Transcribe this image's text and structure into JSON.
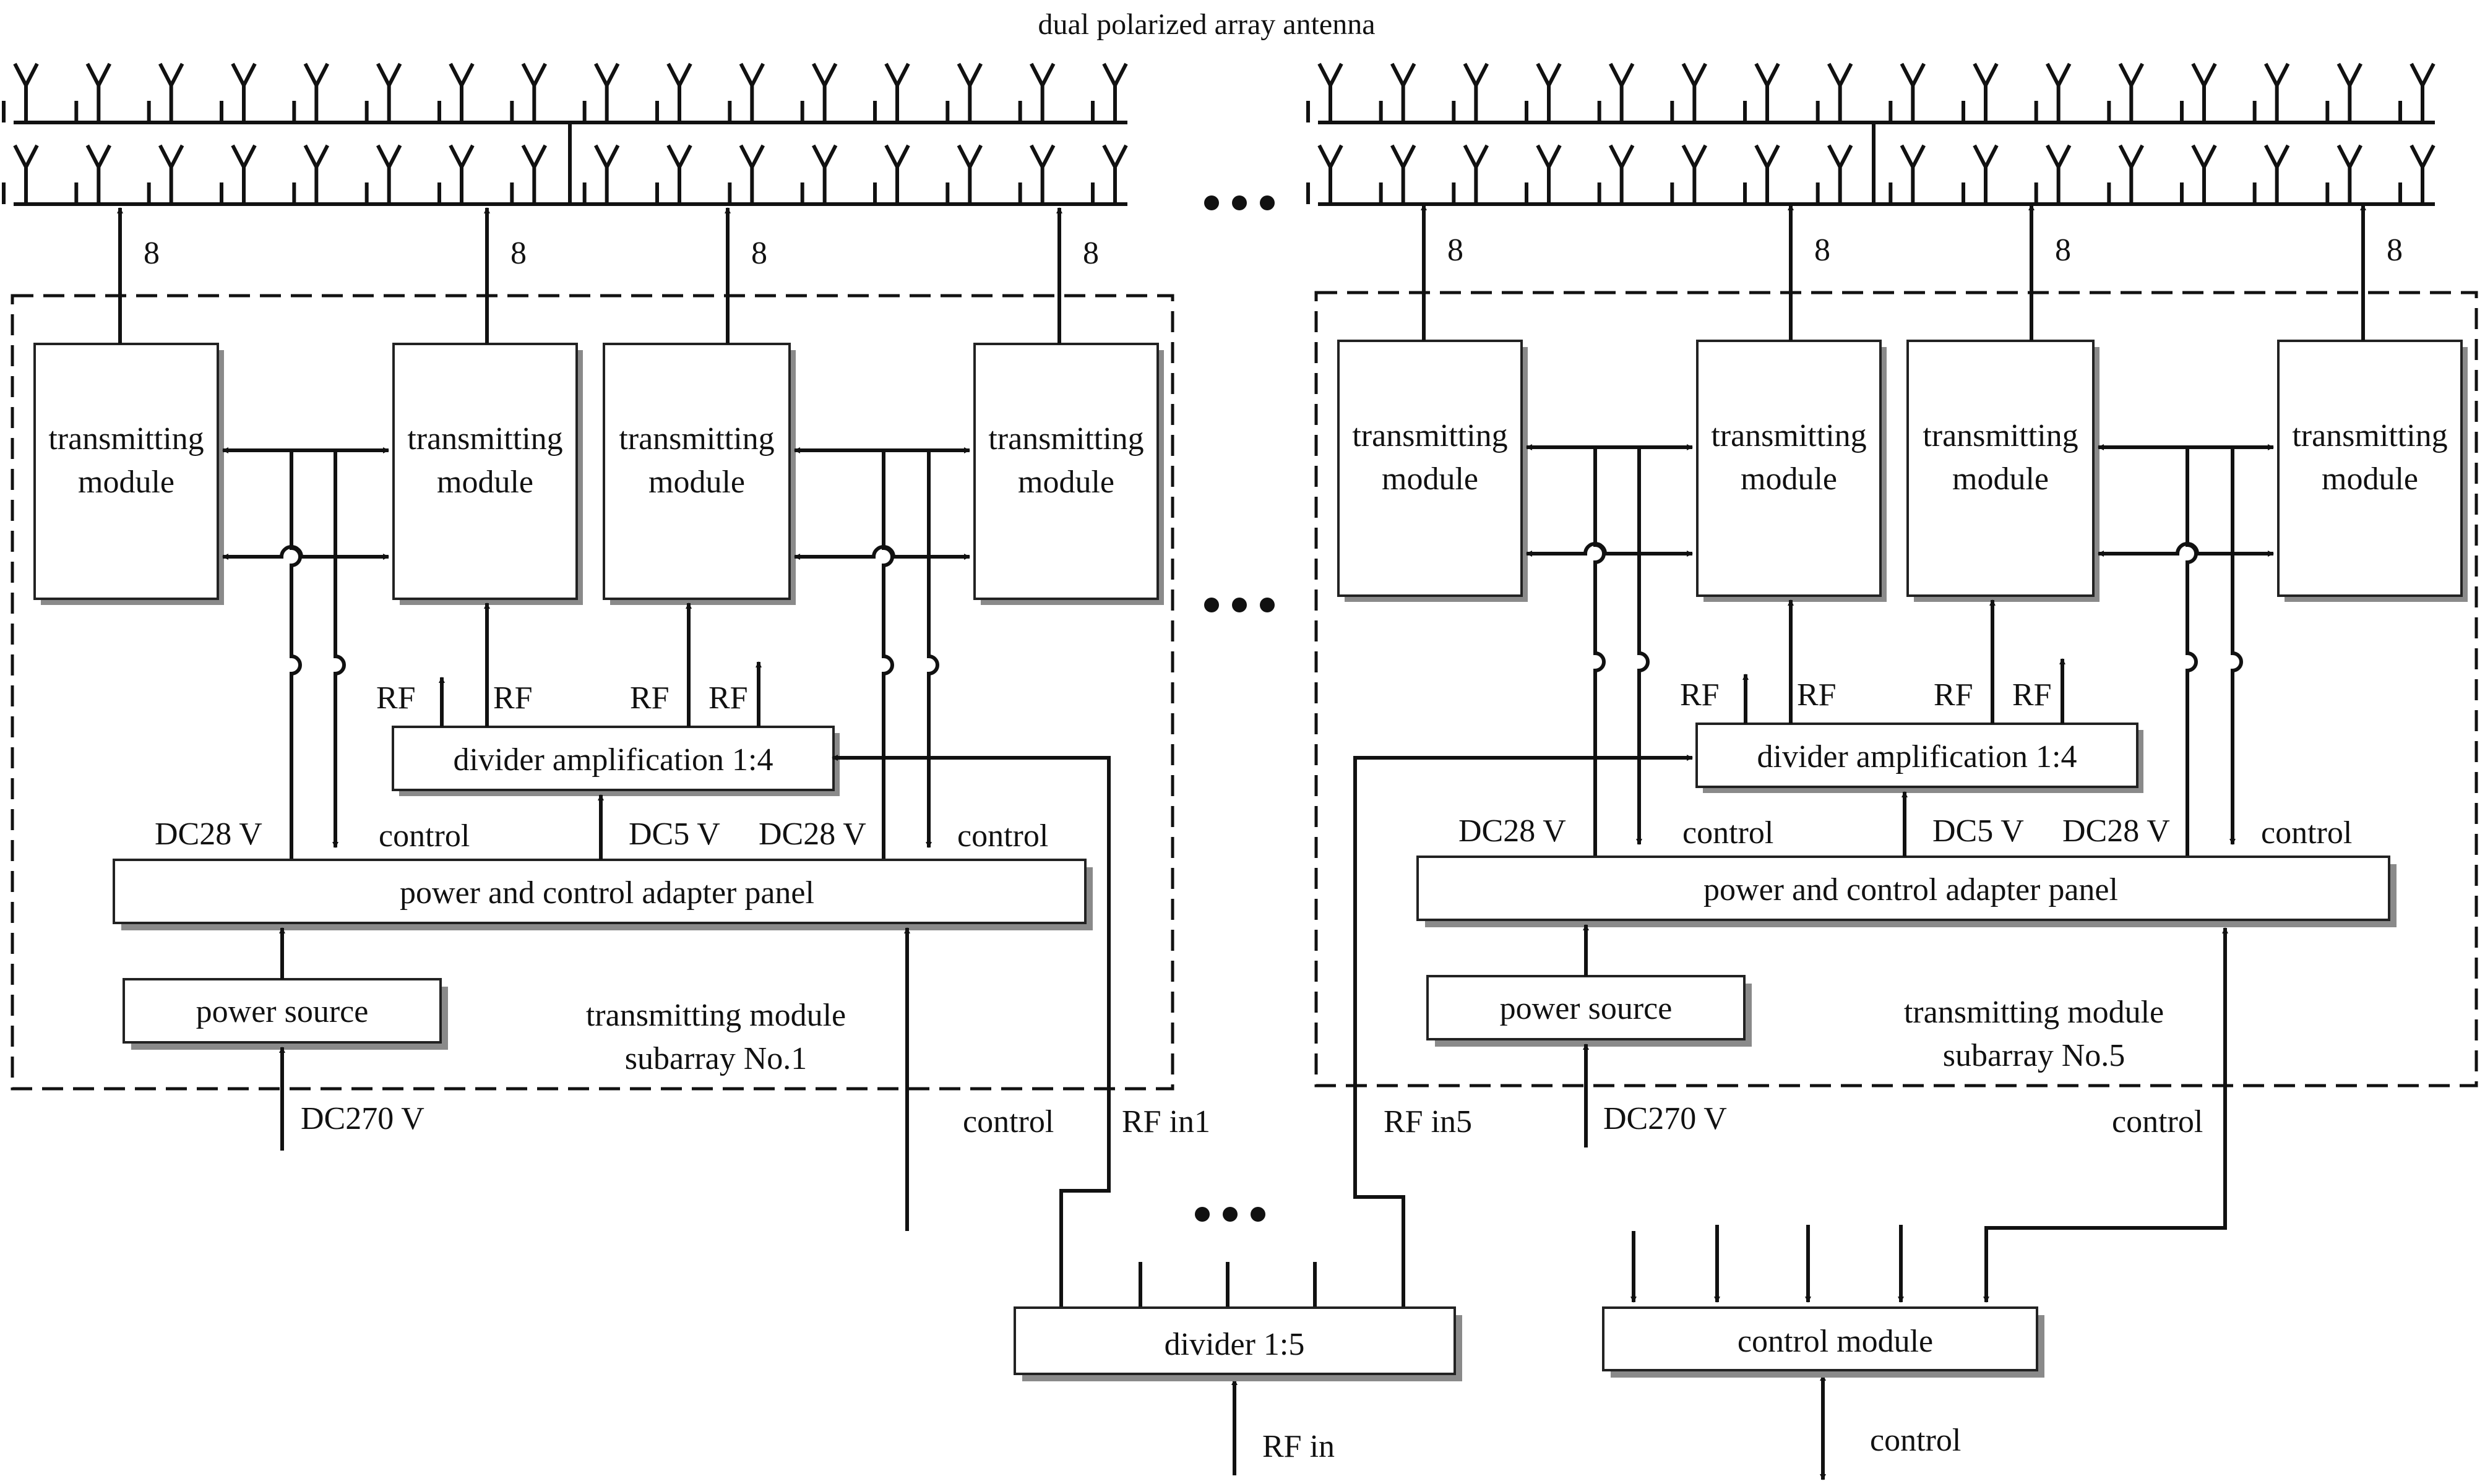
{
  "title": "dual polarized array antenna",
  "blocks": {
    "tx_module_line1": "transmitting",
    "tx_module_line2": "module",
    "divider_amp": "divider amplification 1:4",
    "adapter_panel": "power and control adapter panel",
    "power_source": "power source",
    "divider_1_5": "divider 1:5",
    "control_module": "control module"
  },
  "subarrays": [
    {
      "line1": "transmitting module",
      "line2": "subarray No.1",
      "rf_in": "RF in1"
    },
    {
      "line1": "transmitting module",
      "line2": "subarray No.5",
      "rf_in": "RF in5"
    }
  ],
  "labels": {
    "eight": "8",
    "rf": "RF",
    "dc28": "DC28 V",
    "dc5": "DC5 V",
    "control": "control",
    "dc270": "DC270 V",
    "rf_in": "RF in"
  },
  "colors": {
    "line": "#111111",
    "shadow": "#8a8a8a",
    "background": "#ffffff"
  }
}
